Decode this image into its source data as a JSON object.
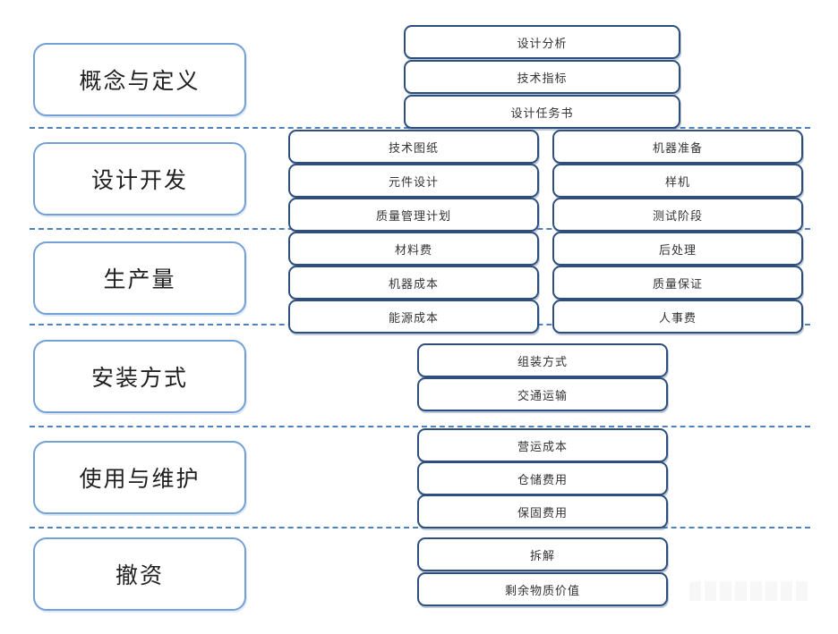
{
  "phases": [
    {
      "label": "概念与定义",
      "center": [
        "设计分析",
        "技术指标",
        "设计任务书"
      ]
    },
    {
      "label": "设计开发",
      "left": [
        "技术图纸",
        "元件设计",
        "质量管理计划"
      ],
      "right": [
        "机器准备",
        "样机",
        "测试阶段"
      ]
    },
    {
      "label": "生产量",
      "left": [
        "材料费",
        "机器成本",
        "能源成本"
      ],
      "right": [
        "后处理",
        "质量保证",
        "人事费"
      ]
    },
    {
      "label": "安装方式",
      "center": [
        "组装方式",
        "交通运输"
      ]
    },
    {
      "label": "使用与维护",
      "center": [
        "营运成本",
        "仓储费用",
        "保固费用"
      ]
    },
    {
      "label": "撤资",
      "center": [
        "拆解",
        "剩余物质价值"
      ]
    }
  ],
  "colors": {
    "phase_border": "#73a1d6",
    "item_border": "#2e4f7d",
    "divider": "#4f81bd",
    "background": "#ffffff",
    "text": "#262626"
  }
}
